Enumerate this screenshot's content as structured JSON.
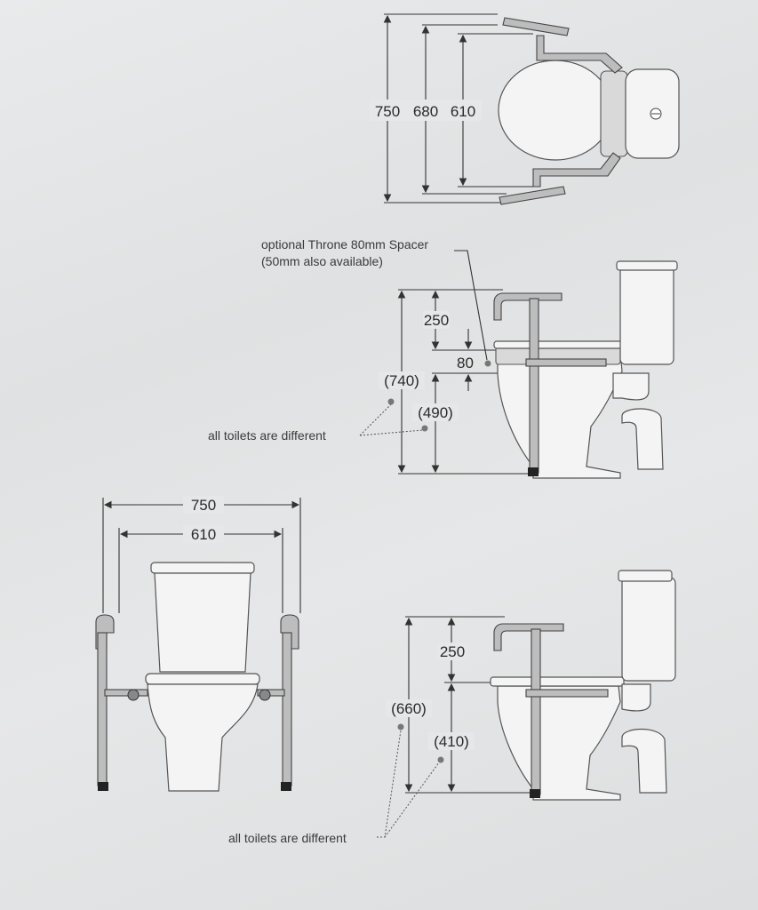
{
  "top_view": {
    "dim_outer": "750",
    "dim_middle": "680",
    "dim_inner": "610"
  },
  "side_view_spacer": {
    "spacer_note_line1": "optional Throne 80mm Spacer",
    "spacer_note_line2": "(50mm also available)",
    "dim_rail_height": "250",
    "dim_spacer": "80",
    "dim_total": "(740)",
    "dim_seat": "(490)",
    "note": "all toilets are different"
  },
  "front_view": {
    "dim_outer_width": "750",
    "dim_inner_width": "610"
  },
  "side_view_standard": {
    "dim_rail_height": "250",
    "dim_total": "(660)",
    "dim_seat": "(410)",
    "note": "all toilets are different"
  }
}
